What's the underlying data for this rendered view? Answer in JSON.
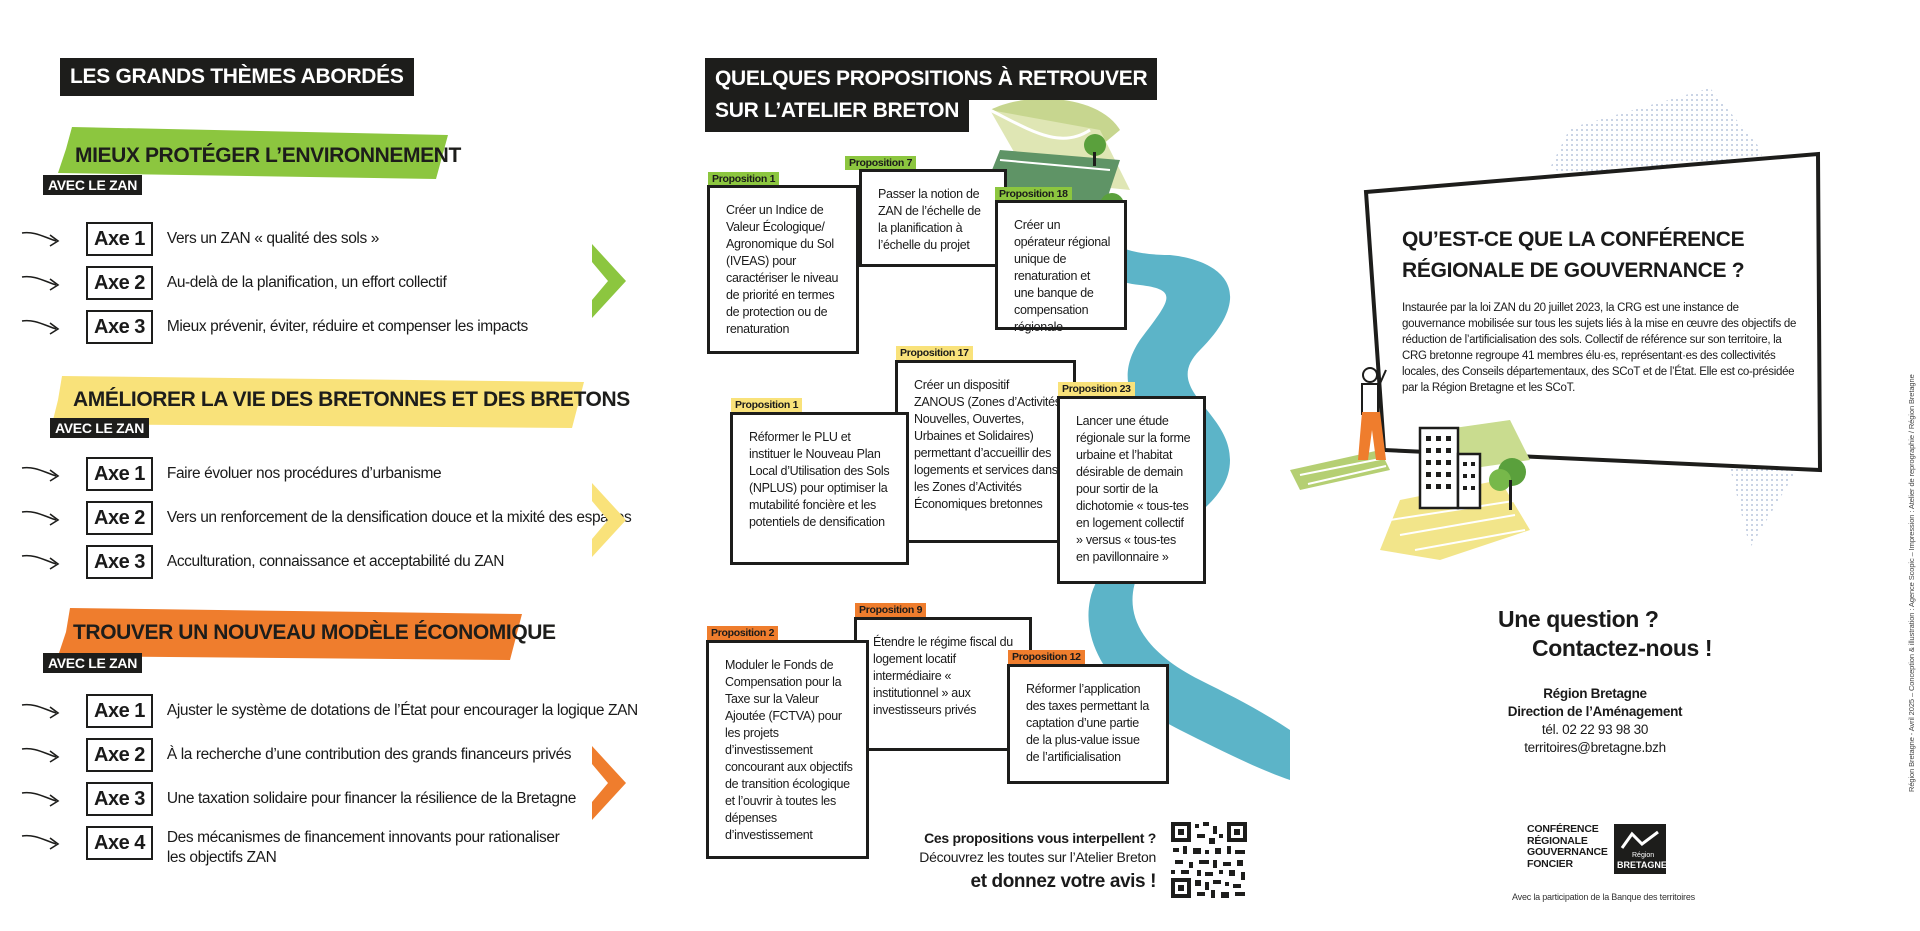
{
  "colors": {
    "green": "#8cc63f",
    "yellow": "#f9e27a",
    "orange": "#ef7d2d",
    "river": "#5cb4c8",
    "dark": "#1d1d1b"
  },
  "left": {
    "title": "LES GRANDS THÈMES ABORDÉS",
    "themes": [
      {
        "title": "MIEUX PROTÉGER L’ENVIRONNEMENT",
        "badge": "AVEC LE ZAN",
        "axes": [
          {
            "label": "Axe 1",
            "text": "Vers un ZAN « qualité des sols »"
          },
          {
            "label": "Axe 2",
            "text": "Au-delà de la planification, un effort collectif"
          },
          {
            "label": "Axe 3",
            "text": "Mieux prévenir, éviter, réduire et compenser les impacts"
          }
        ]
      },
      {
        "title": "AMÉLIORER LA VIE DES BRETONNES ET DES BRETONS",
        "badge": "AVEC LE ZAN",
        "axes": [
          {
            "label": "Axe 1",
            "text": "Faire évoluer nos procédures d’urbanisme"
          },
          {
            "label": "Axe 2",
            "text": "Vers un renforcement de la densification douce et la mixité des espaces"
          },
          {
            "label": "Axe 3",
            "text": "Acculturation, connaissance et acceptabilité du ZAN"
          }
        ]
      },
      {
        "title": "TROUVER UN NOUVEAU MODÈLE ÉCONOMIQUE",
        "badge": "AVEC LE ZAN",
        "axes": [
          {
            "label": "Axe 1",
            "text": "Ajuster le système de dotations de l’État pour encourager la logique ZAN"
          },
          {
            "label": "Axe 2",
            "text": "À la recherche d’une contribution des grands financeurs privés"
          },
          {
            "label": "Axe 3",
            "text": "Une taxation solidaire pour financer la résilience de la Bretagne"
          },
          {
            "label": "Axe 4",
            "text": "Des mécanismes de financement innovants pour rationaliser",
            "text2": "les objectifs ZAN"
          }
        ]
      }
    ]
  },
  "middle": {
    "title_line1": "QUELQUES  PROPOSITIONS À RETROUVER",
    "title_line2": "SUR L’ATELIER BRETON",
    "proposals": [
      {
        "tag": "Proposition 1",
        "text": "Créer un Indice de Valeur Écologique/ Agronomique du Sol (IVEAS) pour caractériser le niveau de priorité en termes de protection ou de renaturation"
      },
      {
        "tag": "Proposition 7",
        "text": "Passer la notion de ZAN de l’échelle de la planification à l’échelle du projet"
      },
      {
        "tag": "Proposition 18",
        "text": "Créer un opérateur régional unique de renaturation et une banque de compensation régionale"
      },
      {
        "tag": "Proposition 17",
        "text": "Créer un dispositif ZANOUS (Zones d’Activités Nouvelles, Ouvertes, Urbaines et Solidaires) permettant d’accueillir des logements et services dans les Zones d’Activités Économiques bretonnes"
      },
      {
        "tag": "Proposition 1",
        "text": "Réformer le PLU et instituer le Nouveau Plan Local d’Utilisation des Sols (NPLUS) pour optimiser la mutabilité foncière et les potentiels de densification"
      },
      {
        "tag": "Proposition 23",
        "text": "Lancer une étude régionale sur la forme urbaine et l’habitat désirable de demain pour sortir de la dichotomie « tous-tes en logement collectif » versus « tous-tes en pavillonnaire »"
      },
      {
        "tag": "Proposition 9",
        "text": "Étendre le régime fiscal du logement locatif intermédiaire « institutionnel » aux investisseurs privés"
      },
      {
        "tag": "Proposition 2",
        "text": "Moduler le Fonds de Compensation pour la Taxe sur la Valeur Ajoutée (FCTVA) pour les projets d’investissement concourant aux objectifs de transition écologique et l’ouvrir à toutes les dépenses d’investissement"
      },
      {
        "tag": "Proposition 12",
        "text": "Réformer l’application des taxes permettant la captation d’une partie de la plus-value issue de l’artificialisation"
      }
    ],
    "cta_line1": "Ces propositions vous interpellent ?",
    "cta_line2": "Découvrez les toutes sur l’Atelier Breton",
    "cta_line3": "et donnez votre avis !"
  },
  "right": {
    "title_line1": "QU’EST-CE QUE LA CONFÉRENCE",
    "title_line2": "RÉGIONALE DE GOUVERNANCE ?",
    "body": "Instaurée par la loi ZAN du 20 juillet 2023, la CRG est une instance de gouvernance mobilisée sur tous les sujets liés à la mise en œuvre des objectifs de réduction de l’artificialisation des sols. Collectif de référence sur son territoire, la CRG bretonne regroupe 41 membres élu·es, représentant·es des collectivités locales, des Conseils départementaux, des SCoT et de l’État. Elle est co-présidée par la Région Bretagne et les SCoT.",
    "question_line1": "Une question ?",
    "question_line2": "Contactez-nous !",
    "org": "Région Bretagne",
    "direction": "Direction de l’Aménagement",
    "phone": "tél. 02 22 93 98 30",
    "email": "territoires@bretagne.bzh",
    "logo_lines": [
      "CONFÉRENCE",
      "RÉGIONALE",
      "GOUVERNANCE",
      "FONCIER"
    ],
    "logo_region": "Région",
    "logo_bretagne": "BRETAGNE",
    "footer": "Avec la participation de la Banque des territoires"
  },
  "credits": "Région Bretagne - Avril 2025 – Conception & illustration : Agence Scopic – Impression : Atelier de reprographie / Région Bretagne"
}
